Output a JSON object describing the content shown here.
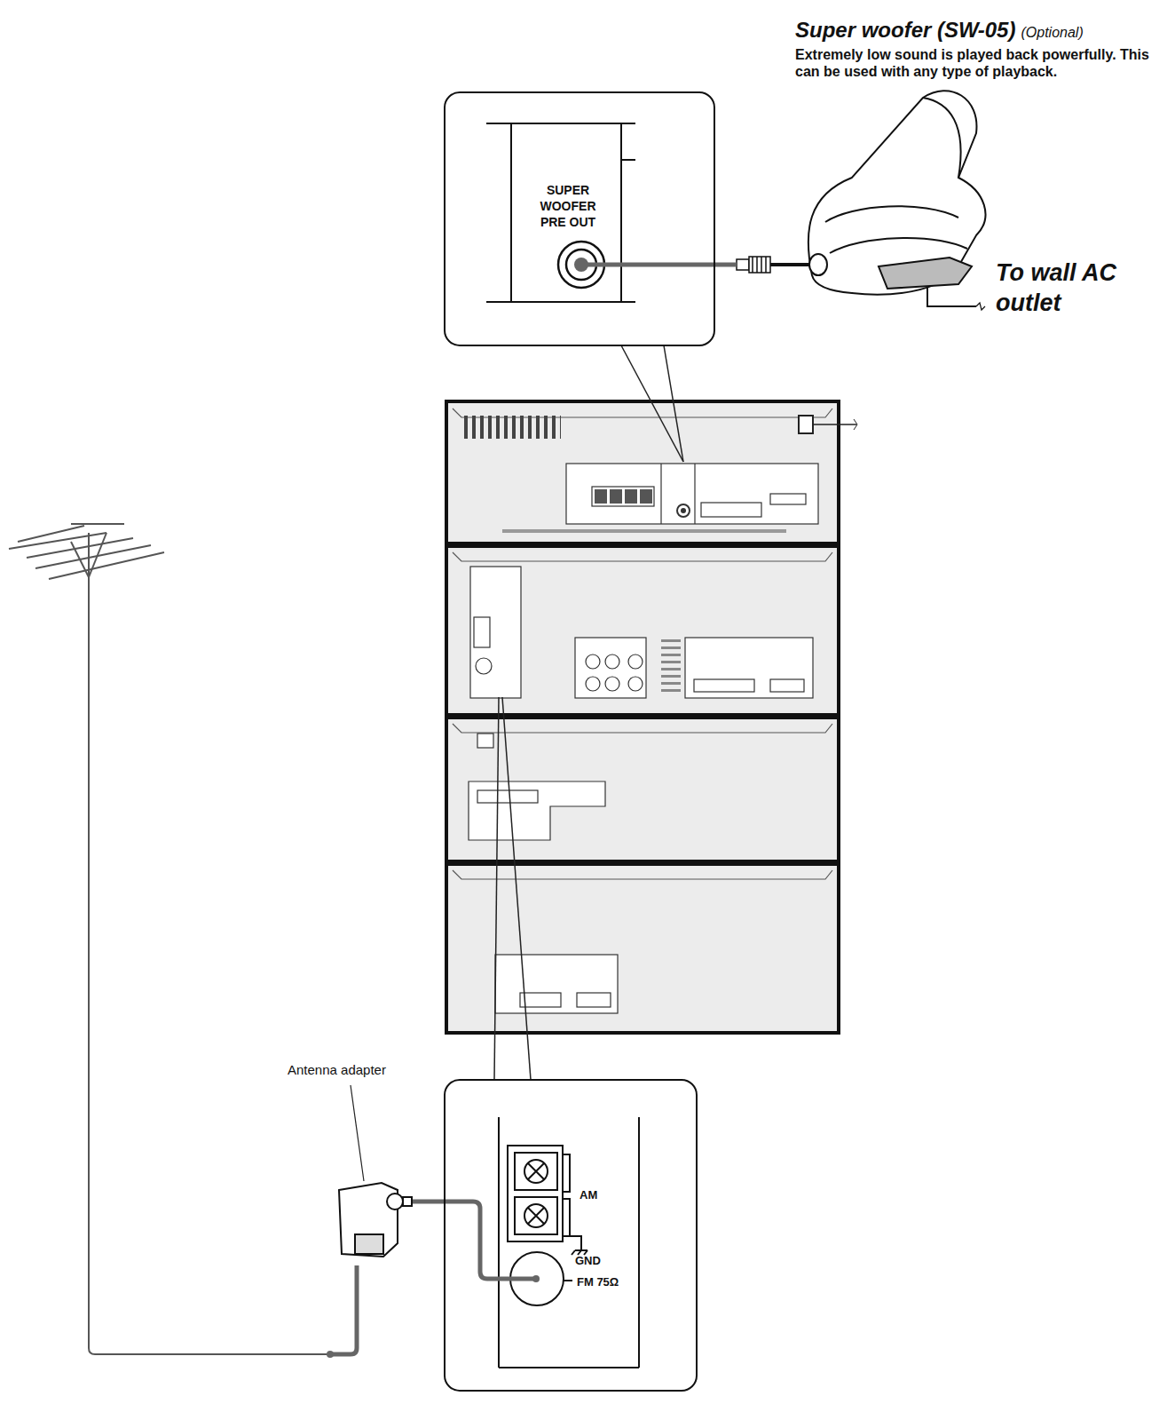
{
  "diagram": {
    "nodes": [
      {
        "text": [
          "Super woofer (SW-05)",
          "(Optional)",
          "Extremely low sound is played back powerfully. This can be used with any type of playback."
        ]
      },
      {
        "text": [
          "SUPER WOOFER PRE OUT"
        ]
      },
      {
        "text": [
          "Antenna adapter"
        ]
      },
      {
        "text": [
          "AM",
          "GND",
          "FM 75Ω"
        ]
      }
    ],
    "edges": [
      {
        "from": 1,
        "to": 0,
        "arrow": "none"
      },
      {
        "from": 2,
        "to": 3,
        "arrow": "none"
      }
    ],
    "labels": [
      "To wall AC outlet"
    ]
  }
}
